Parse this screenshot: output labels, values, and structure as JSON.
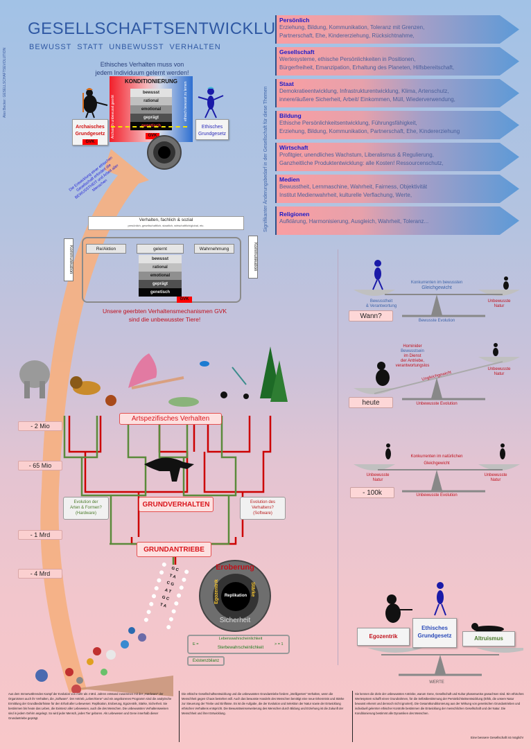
{
  "header": {
    "title": "GESELLSCHAFTSENTWICKLUNG",
    "subtitle": "BEWUSST STATT UNBEWUSST VERHALTEN",
    "author": "Alex Becker: GESELLSCHAFTSEVOLUTION",
    "ethic_note_line1": "Ethisches Verhalten muss von",
    "ethic_note_line2": "jedem Individuum gelernt werden!"
  },
  "side_label": "Signifikanter Änderungsbedarf in der Gesellschaft für diese Themen",
  "topics": [
    {
      "head": "Persönlich",
      "line1": "Erziehung, Bildung, Kommunikation, Toleranz mit Grenzen,",
      "line2": "Partnerschaft, Ehe, Kindererziehung, Rücksichtnahme,"
    },
    {
      "head": "Gesellschaft",
      "line1": "Wertesysteme, ethische Persönlichkeiten in Positionen,",
      "line2": "Bürgerfreiheit, Emanzipation, Erhaltung des Planeten, Hilfsbereitschaft,"
    },
    {
      "head": "Staat",
      "line1": "Demokratieentwicklung, Infrastrukturentwicklung, Klima, Artenschutz,",
      "line2": "innere/äußere Sicherheit, Arbeit/ Einkommen, Müll, Wiederverwendung,"
    },
    {
      "head": "Bildung",
      "line1": "Ethische Persönlichkeitsentwicklung, Führungsfähigkeit,",
      "line2": "Erziehung, Bildung, Kommunikation, Partnerschaft, Ehe, Kindererziehung"
    },
    {
      "head": "Wirtschaft",
      "line1": "Profitgier, unendliches Wachstum, Liberalismus & Regulierung,",
      "line2": "Ganzheitliche Produktentwicklung: alle Kosten! Ressourcenschutz,"
    },
    {
      "head": "Medien",
      "line1": "Bewusstheit, Lernmaschine, Wahrheit, Fairness, Objektivität",
      "line2": "Institut Medienwahrheit, kulturelle Verflachung, Werte,"
    },
    {
      "head": "Religionen",
      "line1": "Aufklärung, Harmonisierung, Ausgleich, Wahrheit, Toleranz...",
      "line2": ""
    }
  ],
  "conditioning": {
    "title": "KONDITIONIERUNG",
    "layers": [
      "bewusst",
      "rational",
      "emotional",
      "geprägt",
      "genetisch"
    ],
    "gvk": "GVK",
    "left_vertical": "Archaisch unbewusst geerbt",
    "right_vertical": "ethisch bewusst zu lernen",
    "left_scroll_line1": "Archaisches",
    "left_scroll_line2": "Grundgesetz",
    "right_scroll_line1": "Ethisches",
    "right_scroll_line2": "Grundgesetz"
  },
  "ring": {
    "top": "Eroberung",
    "left": "Egozentrik",
    "right": "Stärke",
    "bottom": "Sicherheit",
    "core": "Replikation"
  },
  "peach_arrow_text": "Die Entwicklung einer ethischen Gesellschaft erfordert die BEWUSSTHEIT und Arbeit aller Menschen",
  "behaviour": {
    "top_line1": "Verhalten, fachlich & sozial",
    "top_line2": "persönlich, gesellschaftlich, staatlich, wirtschaftlich/global, etc.",
    "reaction": "Re/Aktion",
    "learned": "gelernt",
    "perception": "Wahrnehmung",
    "communication_left": "Kommunikation",
    "communication_right": "Kommunikation",
    "layers": [
      "bewusst",
      "rational",
      "emotional",
      "geprägt",
      "genetisch"
    ],
    "gvk": "GVK",
    "caption_line1": "Unsere geerbten Verhaltensmechanismen GVK",
    "caption_line2": "sind die unbewusster Tiere!"
  },
  "timeline": [
    "- 2 Mio",
    "- 65 Mio",
    "- 1 Mrd",
    "- 4 Mrd"
  ],
  "tree": {
    "species_label": "Artspezifisches Verhalten",
    "basic_behaviour": "GRUNDVERHALTEN",
    "basic_drives": "GRUNDANTRIEBE",
    "evo_forms_line1": "Evolution der",
    "evo_forms_line2": "Arten & Formen?",
    "evo_forms_line3": "(Hardware)",
    "evo_behav_line1": "Evolution des",
    "evo_behav_line2": "Verhaltens?",
    "evo_behav_line3": "(Software)",
    "dna": [
      "G C",
      "T A",
      "C G",
      "A T",
      "G C",
      "T A"
    ]
  },
  "existence": {
    "e_label": "E =",
    "numerator": "Lebenswahrscheinlichkeit",
    "denominator": "Sterbewahrscheinlichkeit",
    "condition": "> = 1",
    "bilanz": "Existenzbilanz"
  },
  "scales": [
    {
      "badge": "Wann?",
      "center_line1": "Konkurrenten im bewussten",
      "center_line2": "Gleichgewicht",
      "left_line1": "Bewusstheit",
      "left_line2": "& Verantwortung",
      "right_line1": "Unbewusste",
      "right_line2": "Natur",
      "base": "Bewusste Evolution"
    },
    {
      "badge": "heute",
      "note_line1": "Hominider",
      "note_line2": "Bewusstsein",
      "note_line3": "im Dienst",
      "note_line4": "der Antriebe,",
      "note_line5": "verantwortungslos",
      "beam": "Ungleichgewicht",
      "right_line1": "Unbewusste",
      "right_line2": "Natur",
      "base": "Unbewusste Evolution"
    },
    {
      "badge": "- 100k",
      "center_line1": "Konkurrenten im natürlichen",
      "center_line2": "Gleichgewicht",
      "left_line1": "Unbewusste",
      "left_line2": "Natur",
      "right_line1": "Unbewusste",
      "right_line2": "Natur",
      "base": "Unbewusste Evolution"
    }
  ],
  "values_scale": {
    "left": "Egozentrik",
    "center_line1": "Ethisches",
    "center_line2": "Grundgesetz",
    "right": "Altruismus",
    "base": "WERTE"
  },
  "footer": {
    "col1": "Aus dem Immerwährenden Kampf der Evolution von mehr als 4 Mrd. Jahren entstand zusammen mit der „Hardware“ der Organismen auch ihr Verhalten, die „Software“. Der Antrieb „Leben/Gene“ und ein angeborenes Programm sind die analytische Ermittlung der Grundbedürfnisse für den Erhalt aller Lebewesen: Replikation, Eroberung, Egozentrik, Stärke, Sicherheit. Sie bestimmen bis heute das Leben, die Existenz aller Lebewesen, auch die des Menschen. Die unbewussten Verhaltensweisen sind in jedem Gehirn angelegt. So wird jeder Mensch, jedes Tier geboren. Als Lebewesen und Gene innerhalb dieser Grundantriebe geprägt.",
    "col2": "Die ethische Gesellschaftsentwicklung und die unbewussten Grundantriebe fordern „intelligentes“ Verhalten, wenn die Menschheit gegen Chaos bestehen will. Auch das bewusste Handeln des Menschen benötigt eine neue Erkenntnis und Stärke zur Steuerung der Triebe und Einflüsse. Es ist die Aufgabe, die der Evolution und Selektion der Natur sowie der Entwicklung ethischen Verhaltens entspricht. Die Bewusstseinserweiterung des Menschen durch Bildung und Erziehung ist die Zukunft der Menschheit und ihrer Entwicklung.",
    "col3": "Sie kennen die Ziele der unbewussten Antriebe, warum Gene, Gesellschaft und Kultur phasenweise gewachsen sind. Ein ethisches Wertesystem schafft einen Grundrahmen, für die Selbstbestimmung der Persönlichkeitsentwicklung (Ethik, die unsere Natur bewusst erkennt und dennoch nicht ignoriert). Die Gesamtkonditionierung aus der Wirkung von genetischen Grundantrieben und individuell gelernter ethischer Kontrolle bestimmen die Entwicklung der menschlichen Gesellschaft und der Natur. Die Konditionierung bestimmt alle Dynamiken des Menschen.",
    "credit": "Eine bessere Gesellschaft ist möglich!"
  },
  "colors": {
    "title_blue": "#2f58a3",
    "topic_head": "#1a1ac8",
    "red_text": "#d10e0e",
    "tree_red": "#cc0000",
    "tree_green": "#5a8a3a",
    "peach": "#f4b184",
    "ring_text_red": "#c0101a",
    "ring_text_yellow": "#f1c232"
  }
}
